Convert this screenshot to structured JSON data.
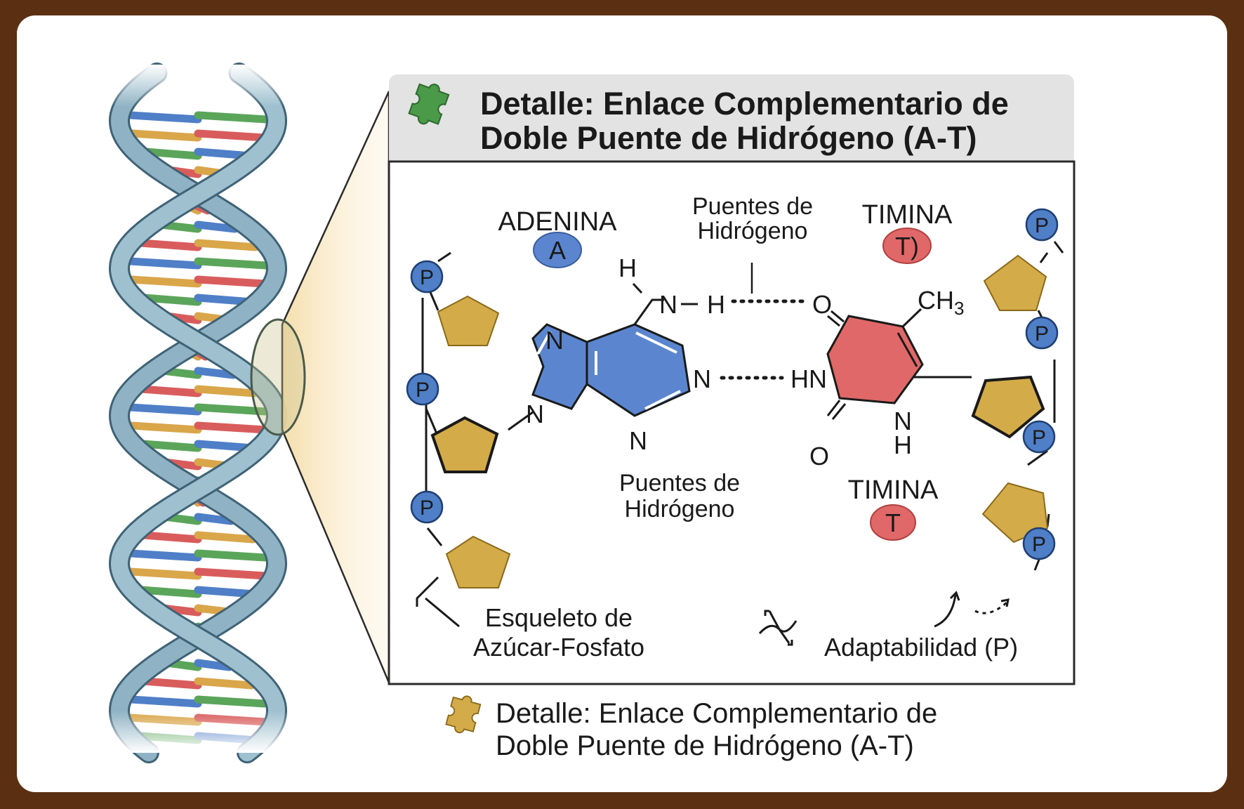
{
  "header": {
    "title_line1": "Detalle: Enlace Complementario de",
    "title_line2": "Doble Puente de Hidrógeno (A-T)",
    "icon": "puzzle-icon"
  },
  "labels": {
    "adenina": "ADENINA",
    "adenina_badge": "A",
    "timina_top": "TIMINA",
    "timina_top_badge": "T)",
    "timina_bottom": "TIMINA",
    "timina_bottom_badge": "T",
    "hbond_top_line1": "Puentes de",
    "hbond_top_line2": "Hidrógeno",
    "hbond_mid_line1": "Puentes de",
    "hbond_mid_line2": "Hidrógeno",
    "backbone_line1": "Esqueleto de",
    "backbone_line2": "Azúcar-Fosfato",
    "adaptability": "Adaptabilidad (P)",
    "phosphate": "P"
  },
  "atoms": {
    "h_top": "H",
    "n_amine": "N",
    "h_amine": "H",
    "o_top": "O",
    "ch3": "CH",
    "ch3_sub": "3",
    "n_a_top": "N",
    "n_a_left": "N",
    "n_a_bottom": "N",
    "n_a_right": "N",
    "hn": "HN",
    "n_t_bottom": "N",
    "h_t_bottom": "H",
    "o_bottom": "O"
  },
  "caption": {
    "line1": "Detalle: Enlace Complementario de",
    "line2": "Doble Puente de Hidrógeno (A-T)",
    "icon": "puzzle-icon"
  },
  "colors": {
    "frame": "#5b2f12",
    "adenine": "#5b86cf",
    "thymine": "#e06868",
    "sugar": "#d3ab48",
    "phosphate": "#4f7fc7",
    "helix": "#8fb3c4",
    "header_bg": "#e3e3e3"
  }
}
